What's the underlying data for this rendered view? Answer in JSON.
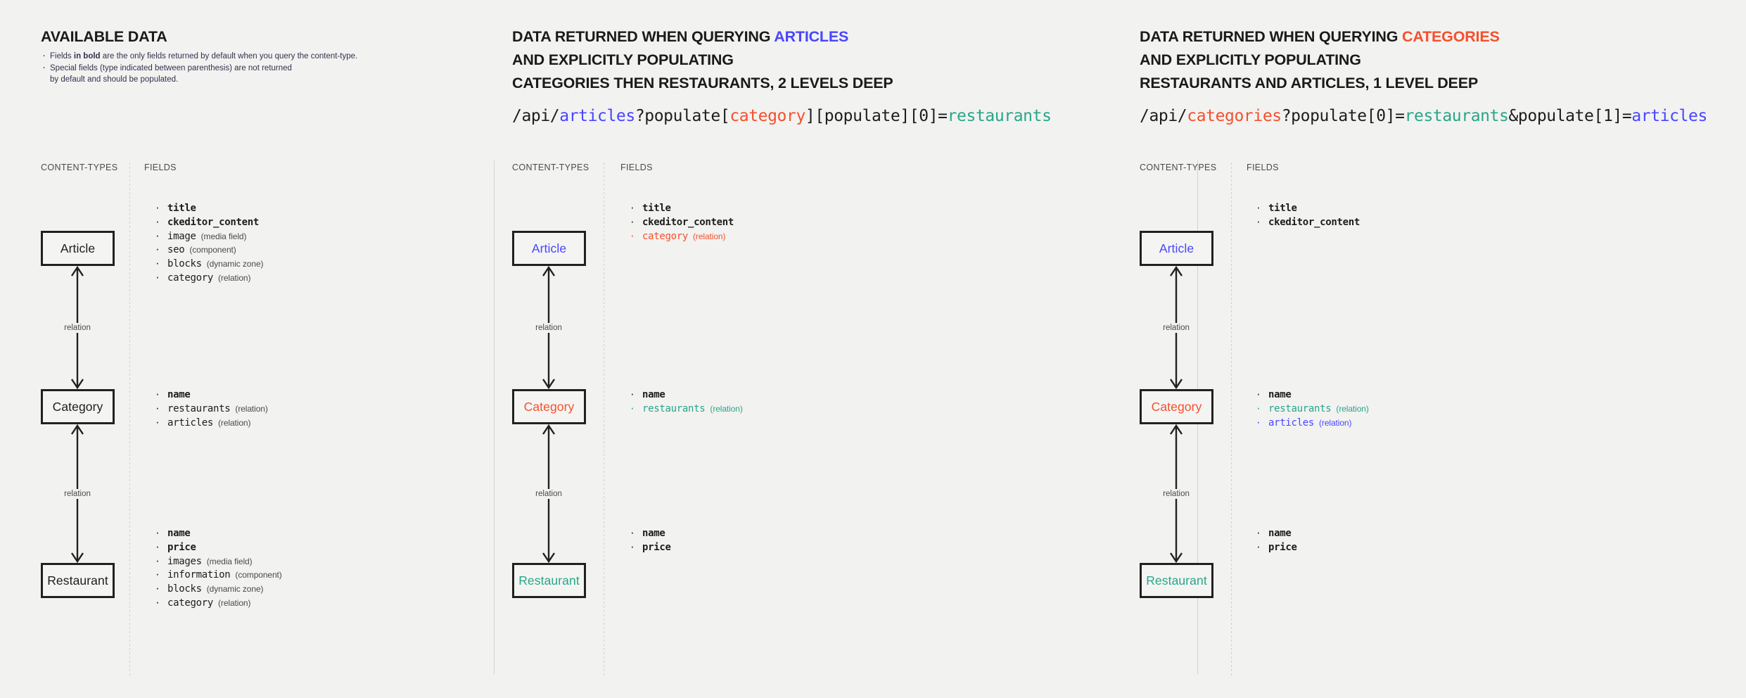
{
  "colors": {
    "articles_blue": "#4945ff",
    "categories_red": "#f5502c",
    "restaurants_teal": "#27a687",
    "ink": "#1d1d1d",
    "muted": "#4a4a4a",
    "background": "#f2f2f1"
  },
  "panels": [
    {
      "id": "available-data",
      "heading_lines": [
        "AVAILABLE DATA"
      ],
      "intro_bullets": [
        "Fields in bold are the only fields returned by default when you query the content-type.",
        "Special fields (type indicated between parenthesis) are not returned by default and should be populated."
      ],
      "column_labels": {
        "content_types": "CONTENT-TYPES",
        "fields": "FIELDS"
      },
      "nodes": [
        {
          "label": "Article",
          "tone": "plain"
        },
        {
          "label": "Category",
          "tone": "plain"
        },
        {
          "label": "Restaurant",
          "tone": "plain"
        }
      ],
      "relations": [
        {
          "label": "relation"
        },
        {
          "label": "relation"
        }
      ],
      "field_groups": [
        [
          {
            "name": "title",
            "type": "",
            "bold": true,
            "color": "default"
          },
          {
            "name": "ckeditor_content",
            "type": "",
            "bold": true,
            "color": "default"
          },
          {
            "name": "image",
            "type": "(media field)",
            "bold": false,
            "color": "default"
          },
          {
            "name": "seo",
            "type": "(component)",
            "bold": false,
            "color": "default"
          },
          {
            "name": "blocks",
            "type": "(dynamic zone)",
            "bold": false,
            "color": "default"
          },
          {
            "name": "category",
            "type": "(relation)",
            "bold": false,
            "color": "default"
          }
        ],
        [
          {
            "name": "name",
            "type": "",
            "bold": true,
            "color": "default"
          },
          {
            "name": "restaurants",
            "type": "(relation)",
            "bold": false,
            "color": "default"
          },
          {
            "name": "articles",
            "type": "(relation)",
            "bold": false,
            "color": "default"
          }
        ],
        [
          {
            "name": "name",
            "type": "",
            "bold": true,
            "color": "default"
          },
          {
            "name": "price",
            "type": "",
            "bold": true,
            "color": "default"
          },
          {
            "name": "images",
            "type": "(media field)",
            "bold": false,
            "color": "default"
          },
          {
            "name": "information",
            "type": "(component)",
            "bold": false,
            "color": "default"
          },
          {
            "name": "blocks",
            "type": "(dynamic zone)",
            "bold": false,
            "color": "default"
          },
          {
            "name": "category",
            "type": "(relation)",
            "bold": false,
            "color": "default"
          }
        ]
      ]
    },
    {
      "id": "query-articles",
      "heading_lines": [
        {
          "text": "DATA RETURNED WHEN QUERYING ",
          "highlight": "ARTICLES",
          "highlight_tone": "articles"
        },
        {
          "text": "AND EXPLICITLY POPULATING",
          "highlight": "",
          "highlight_tone": ""
        },
        {
          "text": "CATEGORIES THEN RESTAURANTS, 2 LEVELS DEEP",
          "highlight": "",
          "highlight_tone": ""
        }
      ],
      "api_url_parts": [
        {
          "text": "/api/",
          "tone": "ink"
        },
        {
          "text": "articles",
          "tone": "articles"
        },
        {
          "text": "?populate[",
          "tone": "ink"
        },
        {
          "text": "category",
          "tone": "categories"
        },
        {
          "text": "][populate][0]=",
          "tone": "ink"
        },
        {
          "text": "restaurants",
          "tone": "restaurants"
        }
      ],
      "column_labels": {
        "content_types": "CONTENT-TYPES",
        "fields": "FIELDS"
      },
      "nodes": [
        {
          "label": "Article",
          "tone": "article"
        },
        {
          "label": "Category",
          "tone": "category"
        },
        {
          "label": "Restaurant",
          "tone": "restaurant"
        }
      ],
      "relations": [
        {
          "label": "relation"
        },
        {
          "label": "relation"
        }
      ],
      "field_groups": [
        [
          {
            "name": "title",
            "type": "",
            "bold": true,
            "color": "default"
          },
          {
            "name": "ckeditor_content",
            "type": "",
            "bold": true,
            "color": "default"
          },
          {
            "name": "category",
            "type": "(relation)",
            "bold": false,
            "color": "red"
          }
        ],
        [
          {
            "name": "name",
            "type": "",
            "bold": true,
            "color": "default"
          },
          {
            "name": "restaurants",
            "type": "(relation)",
            "bold": false,
            "color": "teal"
          }
        ],
        [
          {
            "name": "name",
            "type": "",
            "bold": true,
            "color": "default"
          },
          {
            "name": "price",
            "type": "",
            "bold": true,
            "color": "default"
          }
        ]
      ]
    },
    {
      "id": "query-categories",
      "heading_lines": [
        {
          "text": "DATA RETURNED WHEN QUERYING ",
          "highlight": "CATEGORIES",
          "highlight_tone": "categories"
        },
        {
          "text": "AND EXPLICITLY POPULATING",
          "highlight": "",
          "highlight_tone": ""
        },
        {
          "text": "RESTAURANTS AND ARTICLES, 1 LEVEL DEEP",
          "highlight": "",
          "highlight_tone": ""
        }
      ],
      "api_url_parts": [
        {
          "text": "/api/",
          "tone": "ink"
        },
        {
          "text": "categories",
          "tone": "categories"
        },
        {
          "text": "?populate[0]=",
          "tone": "ink"
        },
        {
          "text": "restaurants",
          "tone": "restaurants"
        },
        {
          "text": "&populate[1]=",
          "tone": "ink"
        },
        {
          "text": "articles",
          "tone": "articles"
        }
      ],
      "column_labels": {
        "content_types": "CONTENT-TYPES",
        "fields": "FIELDS"
      },
      "nodes": [
        {
          "label": "Article",
          "tone": "article"
        },
        {
          "label": "Category",
          "tone": "category"
        },
        {
          "label": "Restaurant",
          "tone": "restaurant"
        }
      ],
      "relations": [
        {
          "label": "relation"
        },
        {
          "label": "relation"
        }
      ],
      "field_groups": [
        [
          {
            "name": "title",
            "type": "",
            "bold": true,
            "color": "default"
          },
          {
            "name": "ckeditor_content",
            "type": "",
            "bold": true,
            "color": "default"
          }
        ],
        [
          {
            "name": "name",
            "type": "",
            "bold": true,
            "color": "default"
          },
          {
            "name": "restaurants",
            "type": "(relation)",
            "bold": false,
            "color": "teal"
          },
          {
            "name": "articles",
            "type": "(relation)",
            "bold": false,
            "color": "blue"
          }
        ],
        [
          {
            "name": "name",
            "type": "",
            "bold": true,
            "color": "default"
          },
          {
            "name": "price",
            "type": "",
            "bold": true,
            "color": "default"
          }
        ]
      ]
    }
  ]
}
